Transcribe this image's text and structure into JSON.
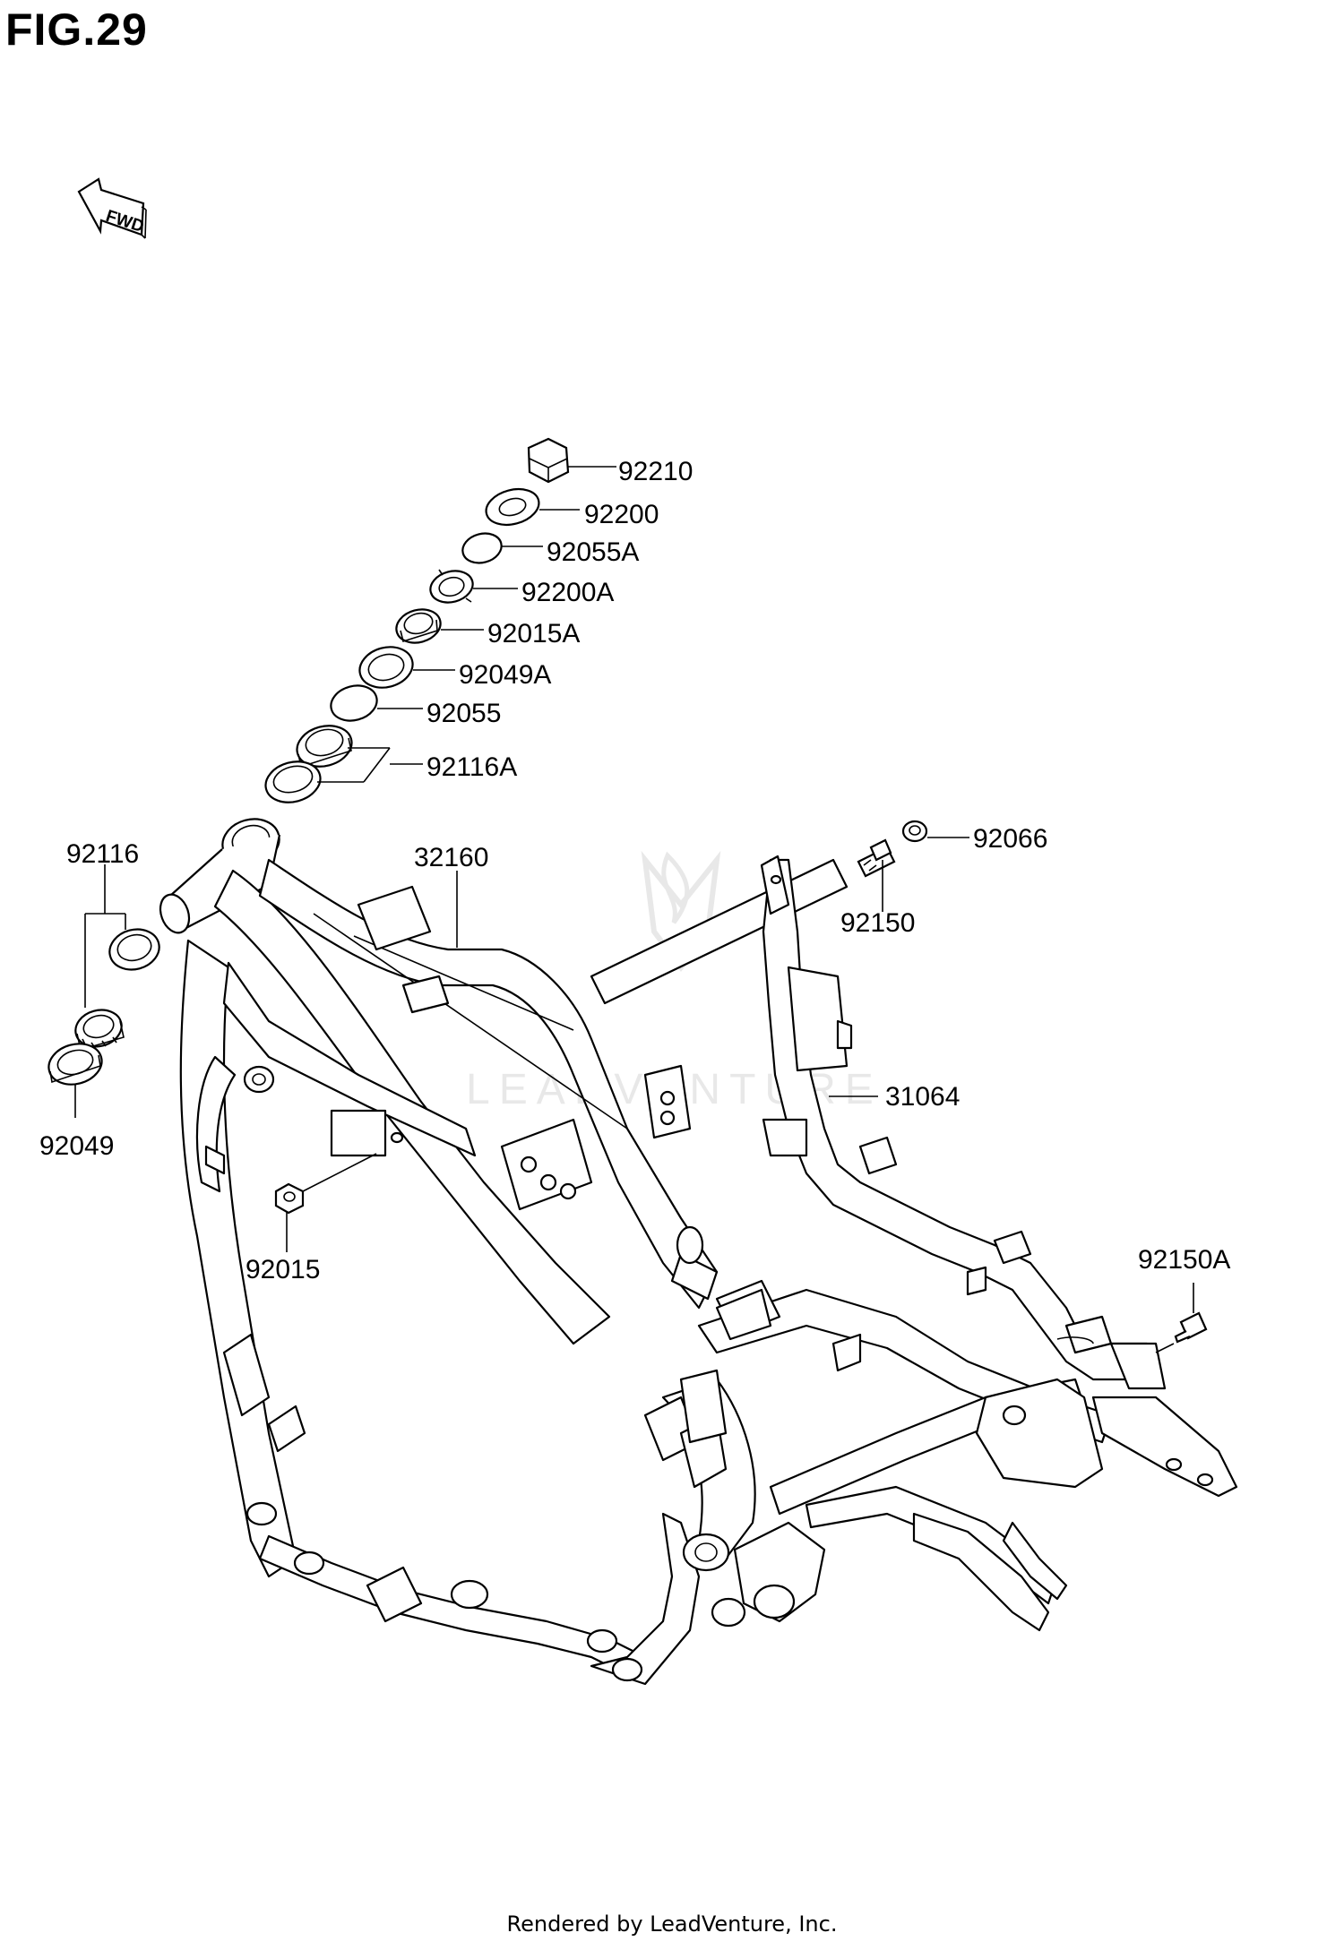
{
  "figure": {
    "title": "FIG.29",
    "fwd_label": "FWD",
    "footer": "Rendered by LeadVenture, Inc.",
    "watermark": "LEADVENTURE"
  },
  "callouts": [
    {
      "id": "92210"
    },
    {
      "id": "92200"
    },
    {
      "id": "92055A"
    },
    {
      "id": "92200A"
    },
    {
      "id": "92015A"
    },
    {
      "id": "92049A"
    },
    {
      "id": "92055"
    },
    {
      "id": "92116A"
    },
    {
      "id": "92116"
    },
    {
      "id": "32160"
    },
    {
      "id": "92066"
    },
    {
      "id": "92150"
    },
    {
      "id": "31064"
    },
    {
      "id": "92049"
    },
    {
      "id": "92015"
    },
    {
      "id": "92150A"
    }
  ]
}
